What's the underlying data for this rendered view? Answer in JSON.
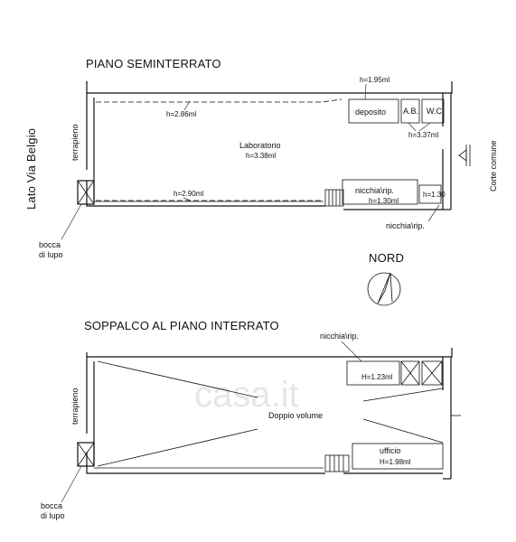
{
  "basement": {
    "title": "PIANO SEMINTERRATO",
    "lab_label": "Laboratorio",
    "lab_h": "h=3.38ml",
    "h_top": "h=2.86ml",
    "h_bottom": "h=2.90ml",
    "deposito": "deposito",
    "dep_h": "h=1.95ml",
    "ab": "A.B.",
    "wc": "W.C.",
    "wc_h": "h=3.37ml",
    "nicchia_label": "nicchia\\rip.",
    "nicchia_h": "h=1.30ml",
    "small_h": "h=1.30",
    "nicchia_out": "nicchia\\rip.",
    "terrapieno": "terrapieno",
    "lato": "Lato Via Belgio",
    "corte": "Corte comune",
    "bocca": [
      "bocca",
      "di lupo"
    ]
  },
  "nord": "NORD",
  "mezzanine": {
    "title": "SOPPALCO AL PIANO INTERRATO",
    "nicchia_label": "nicchia\\rip.",
    "nicchia_h": "H=1.23ml",
    "doppio": "Doppio volume",
    "ufficio": "ufficio",
    "ufficio_h": "H=1.98ml",
    "terrapieno": "terrapieno",
    "bocca": [
      "bocca",
      "di lupo"
    ]
  },
  "watermark": "casa.it"
}
